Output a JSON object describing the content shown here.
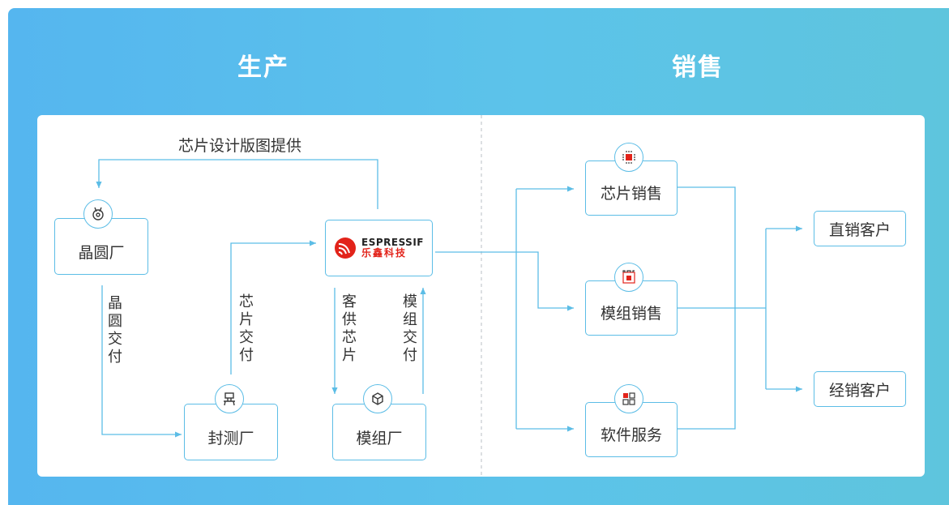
{
  "titles": {
    "production": "生产",
    "sales": "销售"
  },
  "top_flow_label": "芯片设计版图提供",
  "nodes": {
    "wafer_fab": "晶圆厂",
    "packaging": "封测厂",
    "module_fab": "模组厂",
    "chip_sales": "芯片销售",
    "module_sales": "模组销售",
    "software_services": "软件服务",
    "direct_customers": "直销客户",
    "distributor_customers": "经销客户"
  },
  "logo": {
    "wordmark": "ESPRESSIF",
    "chinese": "乐鑫科技",
    "brand_color": "#e2231a"
  },
  "flow_labels": {
    "wafer_delivery": "晶圆交付",
    "chip_delivery": "芯片交付",
    "customer_chips": "客供芯片",
    "module_delivery": "模组交付"
  },
  "colors": {
    "accent": "#5cbde6",
    "background": "#55b6ef",
    "chip_red": "#e2231a"
  },
  "icons": [
    "wafer-fab-icon",
    "packaging-icon",
    "module-fab-icon",
    "chip-icon",
    "module-icon",
    "software-services-icon"
  ]
}
